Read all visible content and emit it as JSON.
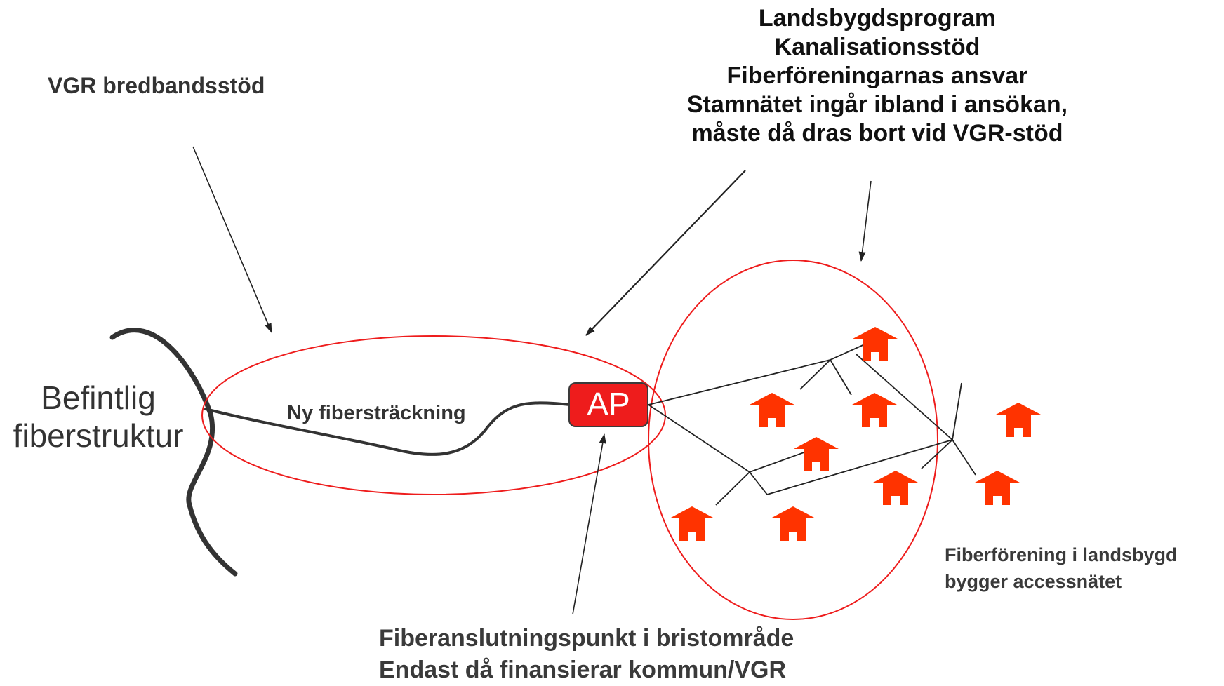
{
  "labels": {
    "vgr": "VGR bredbandsstöd",
    "top_right": [
      "Landsbygdsprogram",
      "Kanalisationsstöd",
      "Fiberföreningarnas ansvar",
      "Stamnätet ingår ibland i ansökan,",
      "måste då dras bort vid VGR-stöd"
    ],
    "befintlig": [
      "Befintlig",
      "fiberstruktur"
    ],
    "ny_fiber": "Ny fibersträckning",
    "ap": "AP",
    "forening": [
      "Fiberförening i landsbygd",
      "bygger accessnätet"
    ],
    "bottom": [
      "Fiberanslutningspunkt i bristområde",
      "Endast då finansierar kommun/VGR"
    ]
  },
  "icons": {
    "house": "house-icon"
  },
  "colors": {
    "ellipse_outline": "#ee1c1c",
    "ap_fill": "#ee1c1c",
    "house": "#ff3300",
    "fiber": "#333333",
    "network_line": "#222222",
    "text": "#333333"
  }
}
